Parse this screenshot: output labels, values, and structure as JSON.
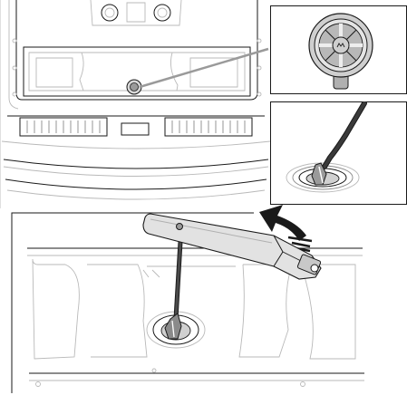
{
  "figure": {
    "panels": [
      "vehicle-rear-overview",
      "detail-plug-cover",
      "detail-tool-in-hole",
      "main-tool-in-hole"
    ],
    "icons": [
      "rotate-arrow-icon",
      "plug-cover-icon",
      "jack-tool-icon",
      "lug-wrench-icon"
    ],
    "colors": {
      "line": "#1a1a1a",
      "light_line": "#b9b9b9",
      "fill_gray": "#d8d8d8",
      "dark_fill": "#555555",
      "background": "#ffffff"
    }
  }
}
